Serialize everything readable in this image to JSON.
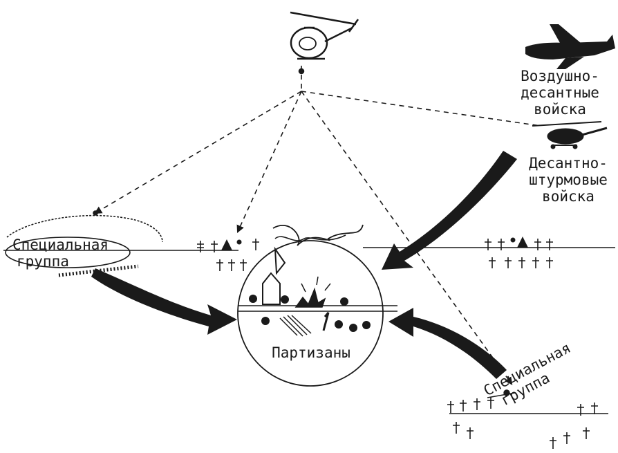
{
  "labels": {
    "airborne_line1": "Воздушно-",
    "airborne_line2": "десантные",
    "airborne_line3": "войска",
    "assault_line1": "Десантно-",
    "assault_line2": "штурмовые",
    "assault_line3": "войска",
    "special_left_line1": "Специальная",
    "special_left_line2": "группа",
    "special_right_line1": "Специальная",
    "special_right_line2": "группа",
    "partisans": "Партизаны"
  },
  "colors": {
    "ink": "#1a1a1a",
    "background": "#ffffff"
  },
  "icons": [
    "helicopter-icon",
    "airplane-icon",
    "assault-helicopter-icon",
    "burning-house-icon",
    "explosion-icon",
    "tree-icon",
    "tent-icon"
  ]
}
